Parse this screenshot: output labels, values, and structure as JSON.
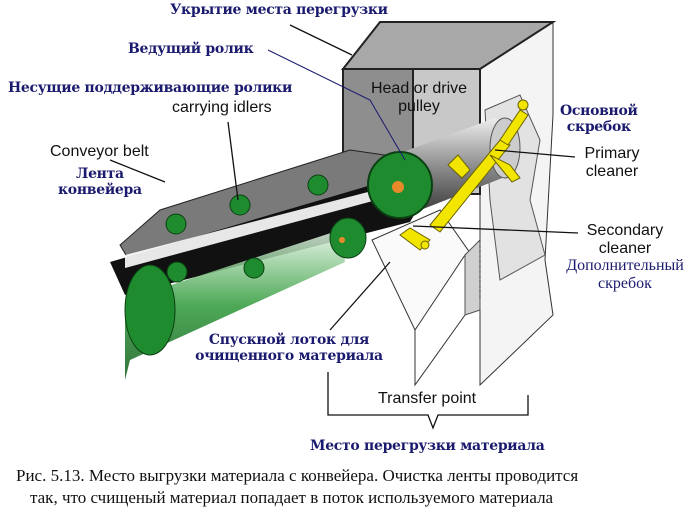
{
  "labels": {
    "cover": "Укрытие места перегрузки",
    "drive_pulley_ru": "Ведущий ролик",
    "idlers_ru": "Несущие поддерживающие ролики",
    "idlers_en": "carrying idlers",
    "head_pulley_en_1": "Head or drive",
    "head_pulley_en_2": "pulley",
    "belt_en": "Conveyor belt",
    "belt_ru_1": "Лента",
    "belt_ru_2": "конвейера",
    "primary_ru_1": "Основной",
    "primary_ru_2": "скребок",
    "primary_en_1": "Primary",
    "primary_en_2": "cleaner",
    "secondary_en_1": "Secondary",
    "secondary_en_2": "cleaner",
    "secondary_ru_1": "Дополнительный",
    "secondary_ru_2": "скребок",
    "chute_ru_1": "Спускной лоток для",
    "chute_ru_2": "очищенного материала",
    "transfer_en": "Transfer point",
    "transfer_ru": "Место перегрузки материала"
  },
  "caption": {
    "line1": "Рис. 5.13. Место выгрузки материала с конвейера. Очистка ленты проводится",
    "line2": "так, что счищеный материал попадает в поток используемого материала"
  },
  "colors": {
    "green": "#1e8c2e",
    "yellow": "#f2e600",
    "gray": "#7a7a7a",
    "label_blue": "#1a1a6e"
  }
}
